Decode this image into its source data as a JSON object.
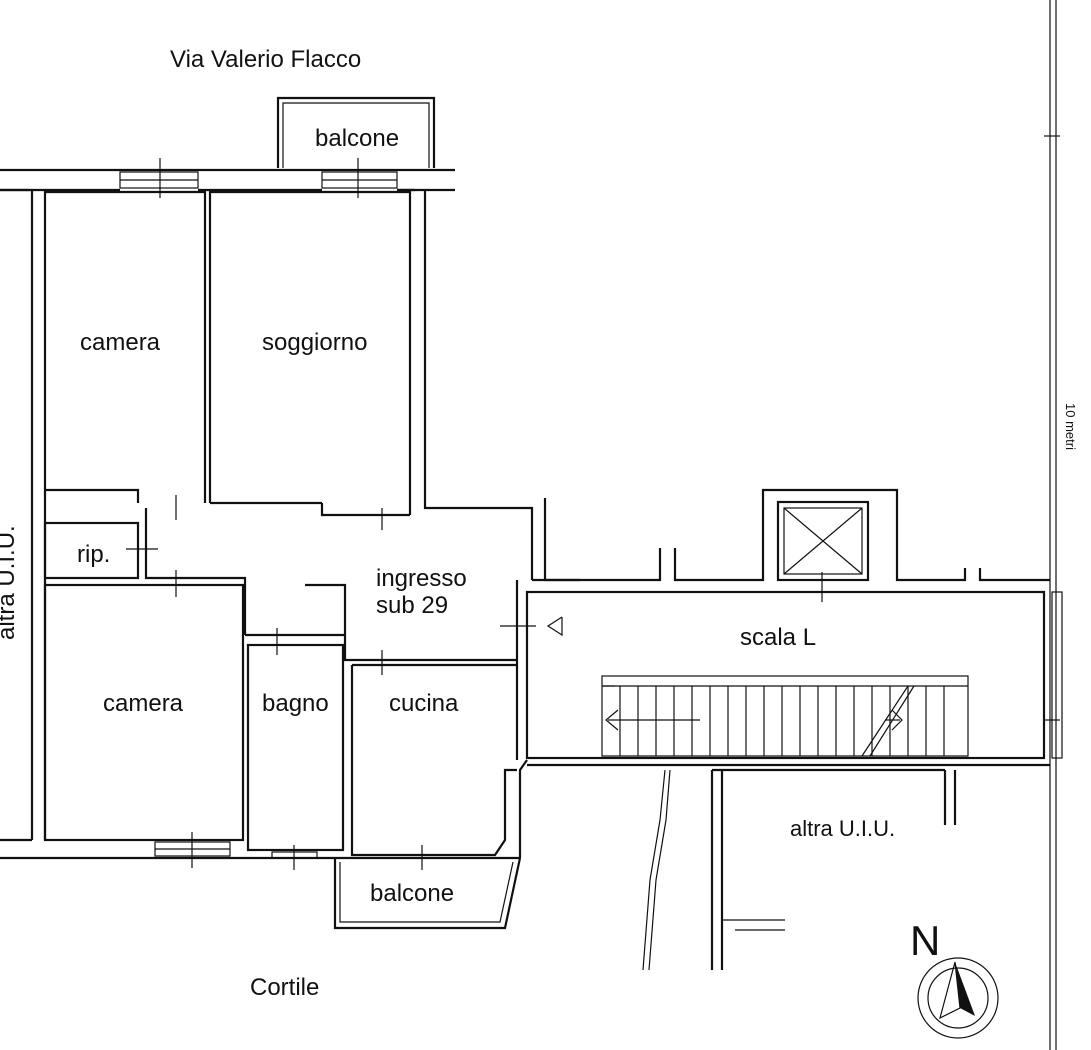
{
  "floorplan": {
    "street_label": "Via Valerio Flacco",
    "courtyard_label": "Cortile",
    "rooms": {
      "balcony_north": "balcone",
      "camera_north": "camera",
      "soggiorno": "soggiorno",
      "ripostiglio": "rip.",
      "ingresso_line1": "ingresso",
      "ingresso_line2": "sub 29",
      "camera_south": "camera",
      "bagno": "bagno",
      "cucina": "cucina",
      "balcony_south": "balcone",
      "stair": "scala L",
      "other_unit_east": "altra U.I.U.",
      "other_unit_west": "altra U.I.U."
    },
    "north_label": "N",
    "scale_label": "10 metri",
    "colors": {
      "line": "#111111",
      "background": "#ffffff"
    }
  }
}
